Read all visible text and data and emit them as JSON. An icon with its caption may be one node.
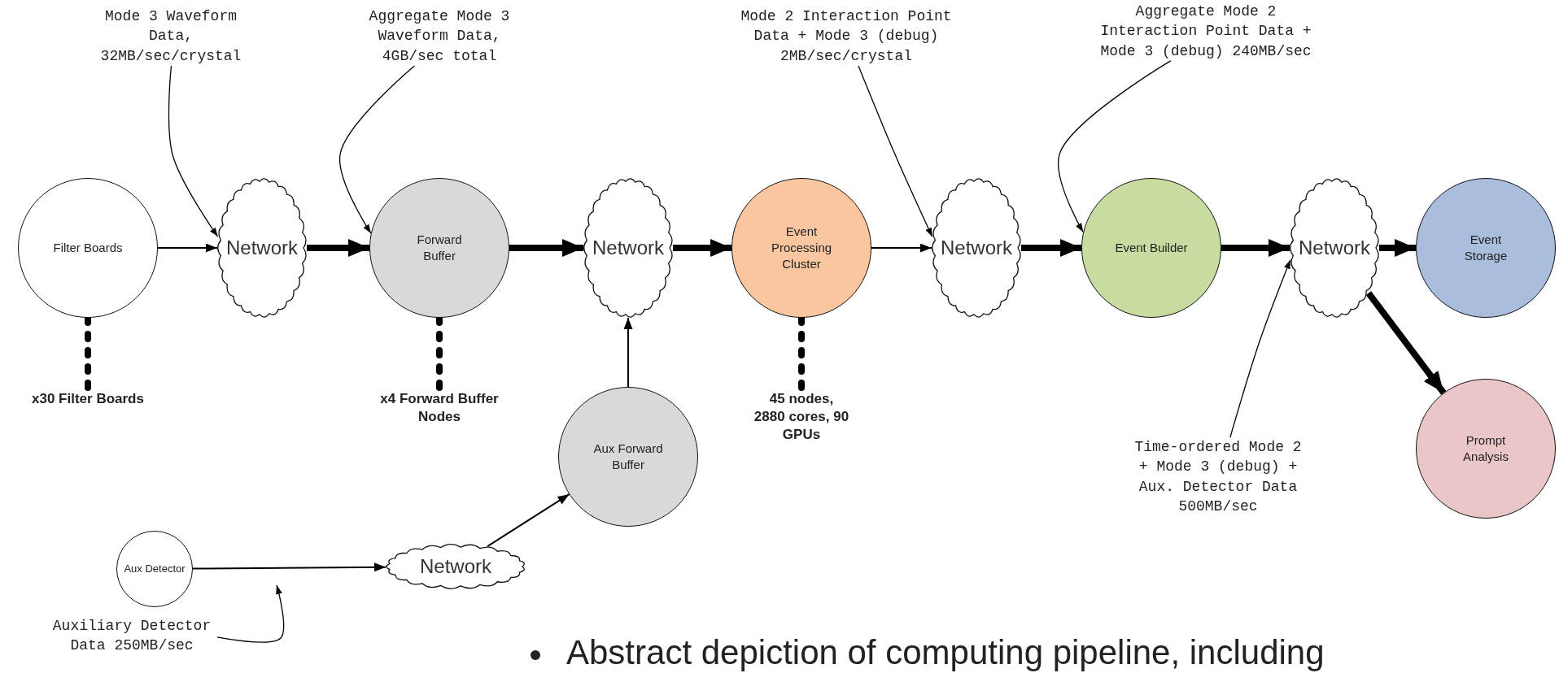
{
  "diagram": {
    "nodes": [
      {
        "text": [
          "Mode 3 Waveform Data, 32MB/sec/crystal"
        ]
      },
      {
        "text": [
          "Aggregate Mode 3 Waveform Data, 4GB/sec total"
        ]
      },
      {
        "text": [
          "Mode 2 Interaction Point Data + Mode 3 (debug) 2MB/sec/crystal"
        ]
      },
      {
        "text": [
          "Aggregate Mode 2 Interaction Point Data + Mode 3 (debug) 240MB/sec"
        ]
      },
      {
        "text": [
          "Filter Boards"
        ]
      },
      {
        "text": [
          "Network"
        ]
      },
      {
        "text": [
          "Forward Buffer"
        ]
      },
      {
        "text": [
          "Network"
        ]
      },
      {
        "text": [
          "Event Processing Cluster"
        ]
      },
      {
        "text": [
          "Network"
        ]
      },
      {
        "text": [
          "Event Builder"
        ]
      },
      {
        "text": [
          "Network"
        ]
      },
      {
        "text": [
          "Event Storage"
        ]
      },
      {
        "text": [
          "x30 Filter Boards"
        ]
      },
      {
        "text": [
          "x4 Forward Buffer Nodes"
        ]
      },
      {
        "text": [
          "45 nodes, 2880 cores, 90 GPUs"
        ]
      },
      {
        "text": [
          "Aux Forward Buffer"
        ]
      },
      {
        "text": [
          "Time-ordered Mode 2 + Mode 3 (debug) + Aux. Detector Data 500MB/sec"
        ]
      },
      {
        "text": [
          "Prompt Analysis"
        ]
      },
      {
        "text": [
          "Aux Detector"
        ]
      },
      {
        "text": [
          "Network"
        ]
      },
      {
        "text": [
          "Auxiliary Detector Data 250MB/sec"
        ]
      }
    ],
    "edges": [
      {
        "from": 4,
        "to": 5,
        "arrow": "to"
      },
      {
        "from": 5,
        "to": 6,
        "arrow": "to",
        "style": "thick"
      },
      {
        "from": 6,
        "to": 7,
        "arrow": "to",
        "style": "thick"
      },
      {
        "from": 7,
        "to": 8,
        "arrow": "to",
        "style": "thick"
      },
      {
        "from": 8,
        "to": 9,
        "arrow": "to"
      },
      {
        "from": 9,
        "to": 10,
        "arrow": "to",
        "style": "thick"
      },
      {
        "from": 10,
        "to": 11,
        "arrow": "to",
        "style": "thick"
      },
      {
        "from": 11,
        "to": 12,
        "arrow": "to",
        "style": "thick"
      },
      {
        "from": 11,
        "to": 18,
        "arrow": "to",
        "style": "thick"
      },
      {
        "from": 16,
        "to": 7,
        "arrow": "to"
      },
      {
        "from": 19,
        "to": 20,
        "arrow": "to"
      },
      {
        "from": 20,
        "to": 16,
        "arrow": "to"
      },
      {
        "from": 4,
        "to": 13,
        "arrow": "none",
        "style": "dashed"
      },
      {
        "from": 6,
        "to": 14,
        "arrow": "none",
        "style": "dashed"
      },
      {
        "from": 8,
        "to": 15,
        "arrow": "none",
        "style": "dashed"
      },
      {
        "from": 0,
        "to": 5,
        "arrow": "to"
      },
      {
        "from": 1,
        "to": 6,
        "arrow": "to"
      },
      {
        "from": 2,
        "to": 9,
        "arrow": "to"
      },
      {
        "from": 3,
        "to": 10,
        "arrow": "to"
      },
      {
        "from": 17,
        "to": 11,
        "arrow": "to"
      },
      {
        "from": 21,
        "to": null,
        "arrow": "to"
      }
    ],
    "labels": [
      "Abstract depiction of computing pipeline, including"
    ]
  }
}
